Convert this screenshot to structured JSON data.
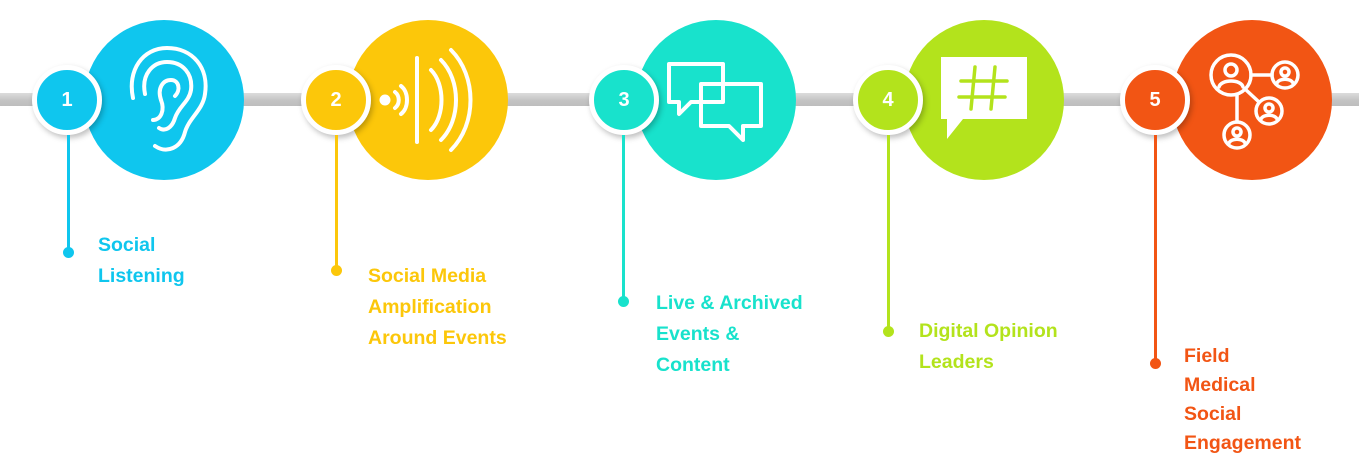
{
  "steps": [
    {
      "number": "1",
      "label_lines": [
        "Social",
        "Listening"
      ],
      "color": "#0fc6ee",
      "icon": "ear-icon"
    },
    {
      "number": "2",
      "label_lines": [
        "Social Media",
        "Amplification",
        "Around Events"
      ],
      "color": "#fcc70a",
      "icon": "sound-waves-icon"
    },
    {
      "number": "3",
      "label_lines": [
        "Live & Archived",
        "Events &",
        "Content"
      ],
      "color": "#18e2cc",
      "icon": "chat-bubbles-icon"
    },
    {
      "number": "4",
      "label_lines": [
        "Digital Opinion",
        "Leaders"
      ],
      "color": "#b3e31c",
      "icon": "hashtag-message-icon"
    },
    {
      "number": "5",
      "label_lines": [
        "Field",
        "Medical",
        "Social",
        "Engagement"
      ],
      "color": "#f25514",
      "icon": "user-network-icon"
    }
  ]
}
